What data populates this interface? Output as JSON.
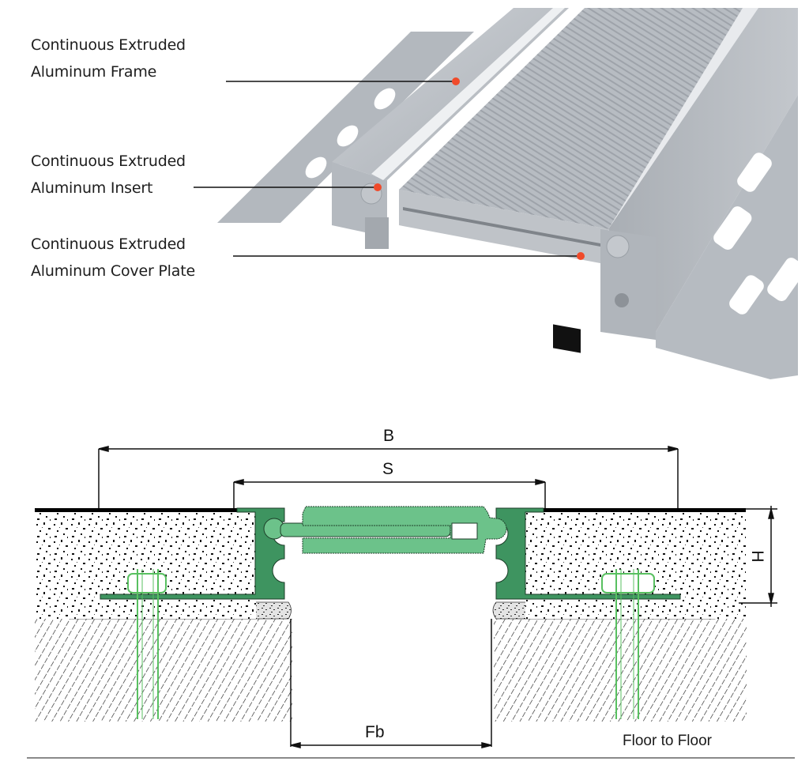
{
  "callouts": [
    {
      "line1": "Continuous Extruded",
      "line2": "Aluminum Frame"
    },
    {
      "line1": "Continuous Extruded",
      "line2": "Aluminum Insert"
    },
    {
      "line1": "Continuous Extruded",
      "line2": "Aluminum Cover Plate"
    }
  ],
  "section": {
    "dimensions": {
      "overall_width": "B",
      "cover_width": "S",
      "height": "H",
      "gap": "Fb"
    },
    "caption": "Floor to Floor"
  },
  "colors": {
    "callout_dot": "#f04a2a",
    "frame_green": "#3e9460",
    "insert_green": "#6cc28a",
    "bolt_green": "#58c060",
    "aluminum": "#b9bec4"
  }
}
